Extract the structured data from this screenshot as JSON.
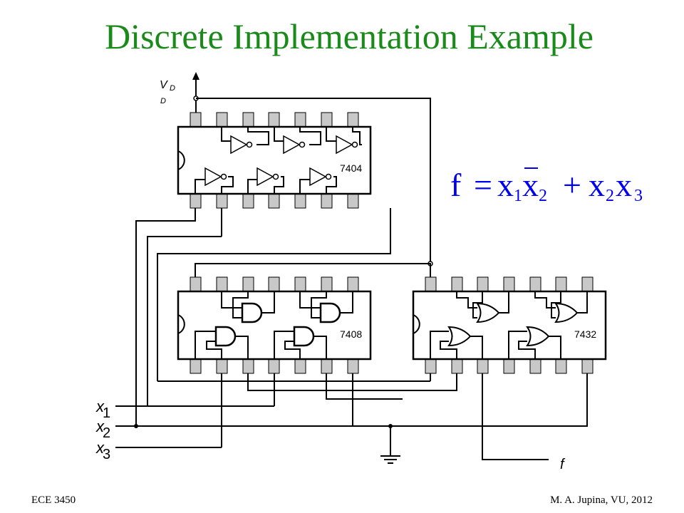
{
  "slide": {
    "title": "Discrete Implementation Example",
    "footer_left": "ECE 3450",
    "footer_right": "M. A. Jupina, VU, 2012"
  },
  "supply": {
    "label_main": "V",
    "label_sub1": "D",
    "label_sub2": "D"
  },
  "chips": {
    "inverter": "7404",
    "and": "7408",
    "or": "7432"
  },
  "inputs": [
    {
      "name": "x",
      "sub": "1"
    },
    {
      "name": "x",
      "sub": "2"
    },
    {
      "name": "x",
      "sub": "3"
    }
  ],
  "output": {
    "name": "f"
  },
  "equation": {
    "lhs": "f",
    "equals": "=",
    "t1_var1": "x",
    "t1_sub1": "1",
    "t1_var2": "x",
    "t1_sub2": "2",
    "plus": "+",
    "t2_var1": "x",
    "t2_sub1": "2",
    "t2_var2": "x",
    "t2_sub2": "3"
  }
}
